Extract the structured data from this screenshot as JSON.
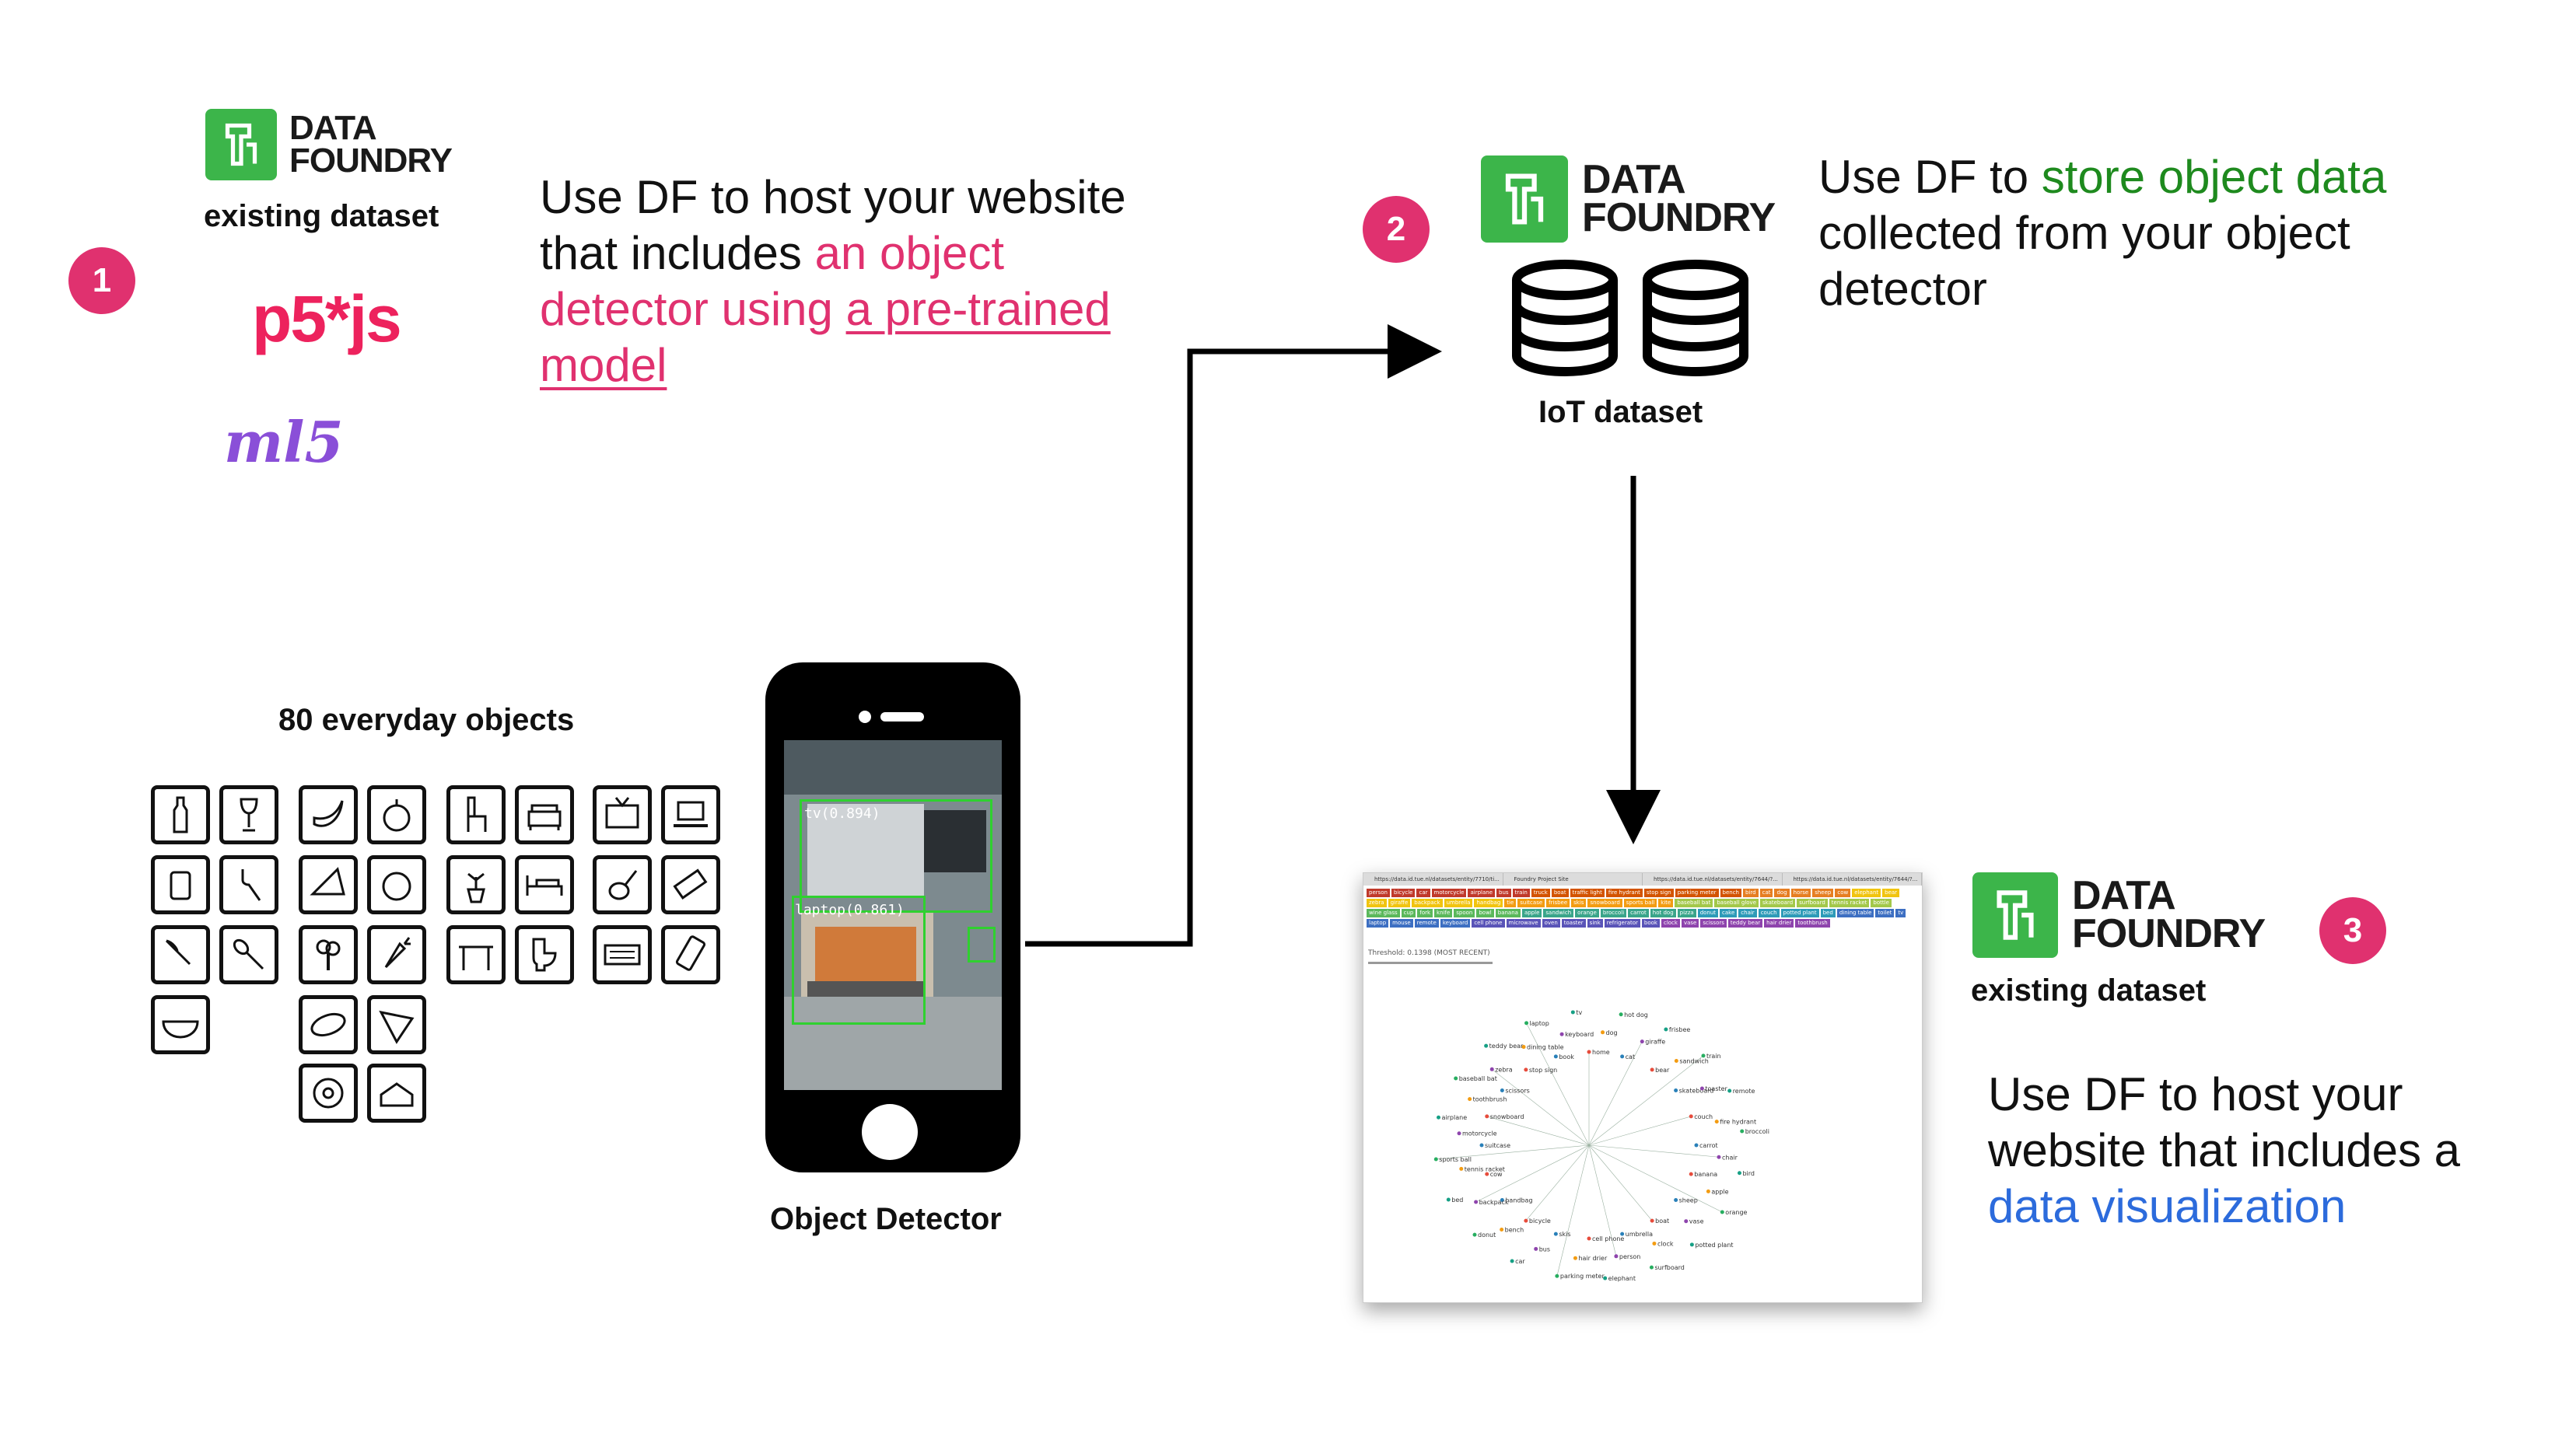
{
  "step1": {
    "number": "1",
    "logo_line1": "DATA",
    "logo_line2": "FOUNDRY",
    "dataset_label": "existing dataset",
    "p5_logo": "p5*js",
    "ml5_logo": "ml5",
    "desc_line1": "Use DF to host your website",
    "desc_line2_prefix": "that includes ",
    "desc_line2_highlight": "an object",
    "desc_line3_highlight": "detector using ",
    "desc_line3_link": "a pre-trained",
    "desc_line4_link": "model"
  },
  "step2": {
    "number": "2",
    "logo_line1": "DATA",
    "logo_line2": "FOUNDRY",
    "dataset_label": "IoT dataset",
    "desc_line1_prefix": "Use DF to ",
    "desc_line1_highlight": "store object data",
    "desc_line2": "collected from your object",
    "desc_line3": "detector"
  },
  "step3": {
    "number": "3",
    "logo_line1": "DATA",
    "logo_line2": "FOUNDRY",
    "dataset_label": "existing dataset",
    "desc_line1": "Use DF to host your",
    "desc_line2": "website that includes a",
    "desc_line3_highlight": "data visualization"
  },
  "objects_label": "80 everyday objects",
  "object_icons": [
    "bottle-icon",
    "wine-glass-icon",
    "banana-icon",
    "apple-icon",
    "chair-icon",
    "couch-icon",
    "tv-icon",
    "laptop-icon",
    "cup-icon",
    "fork-icon",
    "sandwich-icon",
    "orange-icon",
    "potted-plant-icon",
    "bed-icon",
    "mouse-icon",
    "remote-icon",
    "knife-icon",
    "spoon-icon",
    "broccoli-icon",
    "carrot-icon",
    "dining-table-icon",
    "toilet-icon",
    "keyboard-icon",
    "cell-phone-icon",
    "bowl-icon",
    "hot-dog-icon",
    "pizza-icon",
    "donut-icon",
    "cake-icon"
  ],
  "phone": {
    "caption": "Object Detector",
    "label_tv": "tv(0.894)",
    "label_laptop": "laptop(0.861)"
  },
  "viz": {
    "tabs": [
      "https://data.id.tue.nl/datasets/entity/7710/ti...",
      "Foundry Project Site",
      "https://data.id.tue.nl/datasets/entity/7644/?...",
      "https://data.id.tue.nl/datasets/entity/7644/?..."
    ],
    "threshold_label": "Threshold: 0.1398 (MOST RECENT)",
    "tags": [
      "person",
      "bicycle",
      "car",
      "motorcycle",
      "airplane",
      "bus",
      "train",
      "truck",
      "boat",
      "traffic light",
      "fire hydrant",
      "stop sign",
      "parking meter",
      "bench",
      "bird",
      "cat",
      "dog",
      "horse",
      "sheep",
      "cow",
      "elephant",
      "bear",
      "zebra",
      "giraffe",
      "backpack",
      "umbrella",
      "handbag",
      "tie",
      "suitcase",
      "frisbee",
      "skis",
      "snowboard",
      "sports ball",
      "kite",
      "baseball bat",
      "baseball glove",
      "skateboard",
      "surfboard",
      "tennis racket",
      "bottle",
      "wine glass",
      "cup",
      "fork",
      "knife",
      "spoon",
      "bowl",
      "banana",
      "apple",
      "sandwich",
      "orange",
      "broccoli",
      "carrot",
      "hot dog",
      "pizza",
      "donut",
      "cake",
      "chair",
      "couch",
      "potted plant",
      "bed",
      "dining table",
      "toilet",
      "tv",
      "laptop",
      "mouse",
      "remote",
      "keyboard",
      "cell phone",
      "microwave",
      "oven",
      "toaster",
      "sink",
      "refrigerator",
      "book",
      "clock",
      "vase",
      "scissors",
      "teddy bear",
      "hair drier",
      "toothbrush"
    ],
    "nodes": [
      "home",
      "dog",
      "hot dog",
      "cat",
      "giraffe",
      "frisbee",
      "bear",
      "sandwich",
      "train",
      "skateboard",
      "toaster",
      "remote",
      "couch",
      "fire hydrant",
      "broccoli",
      "carrot",
      "chair",
      "bird",
      "banana",
      "apple",
      "orange",
      "sheep",
      "vase",
      "potted plant",
      "boat",
      "clock",
      "surfboard",
      "umbrella",
      "person",
      "elephant",
      "cell phone",
      "hair drier",
      "parking meter",
      "skis",
      "bus",
      "car",
      "bicycle",
      "bench",
      "donut",
      "handbag",
      "backpack",
      "bed",
      "cow",
      "tennis racket",
      "sports ball",
      "suitcase",
      "motorcycle",
      "airplane",
      "snowboard",
      "toothbrush",
      "baseball bat",
      "scissors",
      "zebra",
      "teddy bear",
      "stop sign",
      "dining table",
      "laptop",
      "book",
      "keyboard",
      "tv"
    ]
  },
  "colors": {
    "df_green": "#3cb54a",
    "badge_pink": "#e0316f",
    "highlight_pink": "#e0316f",
    "highlight_green": "#1e8a1e",
    "highlight_blue": "#2c6bdc",
    "ml5_purple": "#8a4fd8"
  }
}
